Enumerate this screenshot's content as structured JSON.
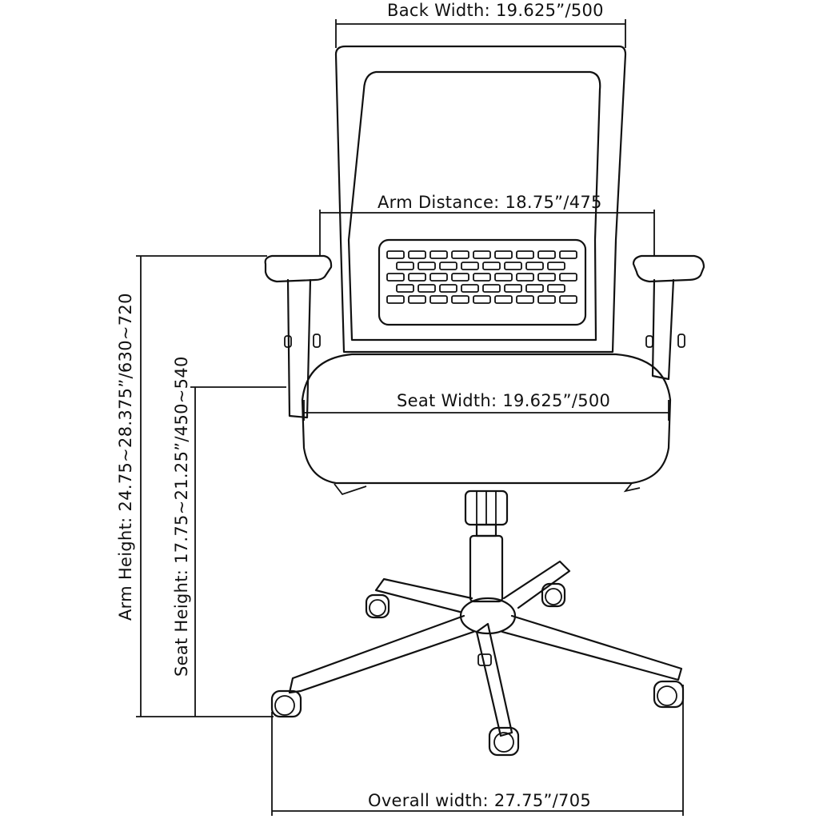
{
  "labels": {
    "back_width": "Back  Width: 19.625”/500",
    "arm_distance": "Arm  Distance: 18.75”/475",
    "seat_width": "Seat  Width: 19.625”/500",
    "overall_width": "Overall  width: 27.75”/705",
    "arm_height": "Arm  Height: 24.75~28.375”/630~720",
    "seat_height": "Seat  Height: 17.75~21.25”/450~540"
  }
}
